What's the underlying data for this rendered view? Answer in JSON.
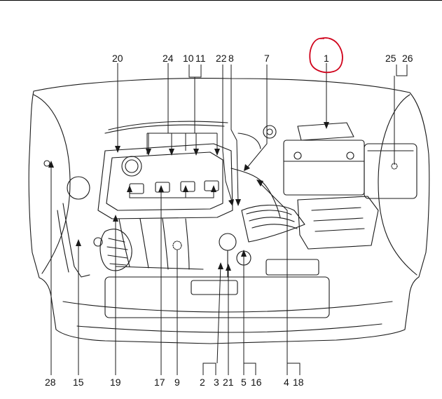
{
  "diagram": {
    "callouts_top": [
      {
        "id": "c20",
        "text": "20"
      },
      {
        "id": "c24",
        "text": "24"
      },
      {
        "id": "c10",
        "text": "10"
      },
      {
        "id": "c11",
        "text": "11"
      },
      {
        "id": "c22",
        "text": "22"
      },
      {
        "id": "c8",
        "text": "8"
      },
      {
        "id": "c7",
        "text": "7"
      },
      {
        "id": "c1",
        "text": "1"
      },
      {
        "id": "c25",
        "text": "25"
      },
      {
        "id": "c26",
        "text": "26"
      }
    ],
    "callouts_bottom": [
      {
        "id": "c28",
        "text": "28"
      },
      {
        "id": "c15",
        "text": "15"
      },
      {
        "id": "c19",
        "text": "19"
      },
      {
        "id": "c17",
        "text": "17"
      },
      {
        "id": "c9",
        "text": "9"
      },
      {
        "id": "c2",
        "text": "2"
      },
      {
        "id": "c3",
        "text": "3"
      },
      {
        "id": "c21",
        "text": "21"
      },
      {
        "id": "c5",
        "text": "5"
      },
      {
        "id": "c16",
        "text": "16"
      },
      {
        "id": "c4",
        "text": "4"
      },
      {
        "id": "c18",
        "text": "18"
      }
    ],
    "highlight_color": "#d0021b",
    "line_color": "#1a1a1a"
  }
}
